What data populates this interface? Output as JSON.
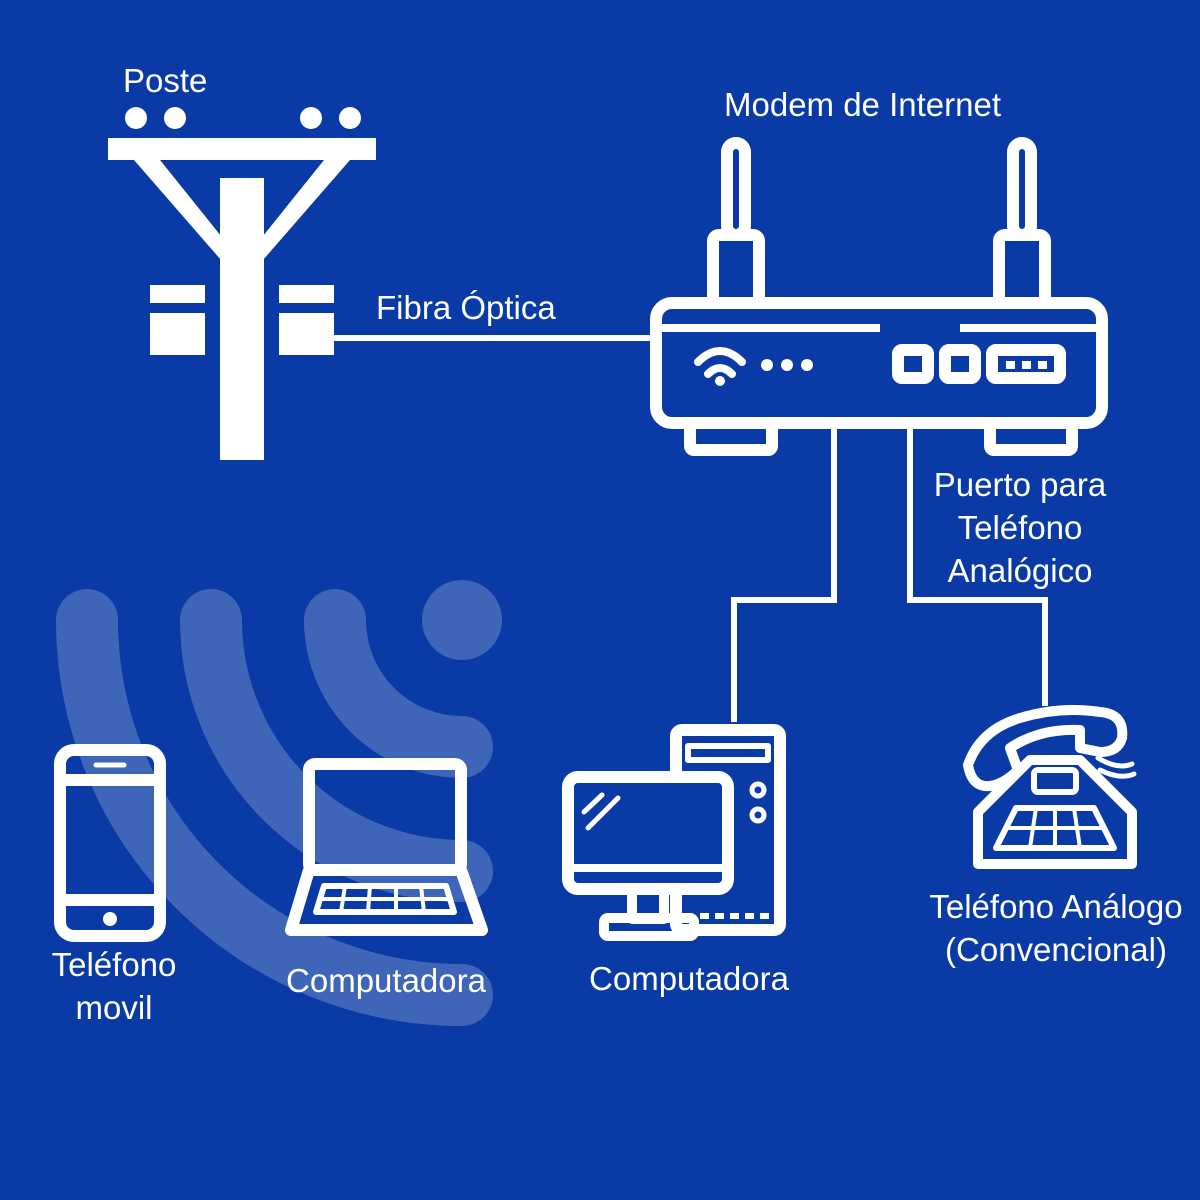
{
  "colors": {
    "background": "#0a3aa5",
    "foreground": "#ffffff"
  },
  "nodes": {
    "pole": {
      "label": "Poste",
      "icon": "utility-pole-icon"
    },
    "modem": {
      "label": "Modem de Internet",
      "icon": "router-icon"
    },
    "phone_port": {
      "lines": [
        "Puerto para",
        "Teléfono",
        "Analógico"
      ]
    },
    "mobile_phone": {
      "lines": [
        "Teléfono",
        "movil"
      ],
      "icon": "smartphone-icon"
    },
    "laptop": {
      "label": "Computadora",
      "icon": "laptop-icon"
    },
    "desktop": {
      "label": "Computadora",
      "icon": "desktop-computer-icon"
    },
    "analog_phone": {
      "lines": [
        "Teléfono Análogo",
        "(Convencional)"
      ],
      "icon": "telephone-icon"
    }
  },
  "edges": {
    "fiber": {
      "label": "Fibra Óptica"
    }
  },
  "decorations": {
    "wifi_background": {
      "icon": "wifi-icon"
    }
  }
}
